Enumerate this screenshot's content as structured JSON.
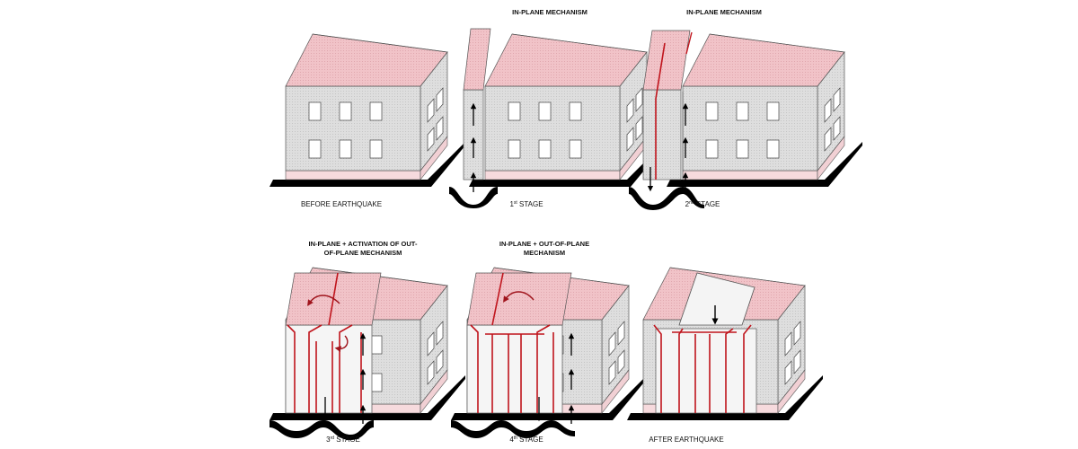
{
  "headings": {
    "p2": "IN-PLANE MECHANISM",
    "p3": "IN-PLANE MECHANISM",
    "p4_line1": "IN-PLANE + ACTIVATION OF OUT-",
    "p4_line2": "OF-PLANE MECHANISM",
    "p5_line1": "IN-PLANE + OUT-OF-PLANE",
    "p5_line2": "MECHANISM"
  },
  "captions": {
    "p1": "BEFORE EARTHQUAKE",
    "p2_num": "1",
    "p2_sup": "st",
    "p2_word": " STAGE",
    "p3_num": "2",
    "p3_sup": "nd",
    "p3_word": " STAGE",
    "p4_num": "3",
    "p4_sup": "rd",
    "p4_word": " STAGE",
    "p5_num": "4",
    "p5_sup": "th",
    "p5_word": " STAGE",
    "p6": "AFTER EARTHQUAKE"
  },
  "colors": {
    "roof": "#f2c6cc",
    "wall": "#dcdcdc",
    "side_wall": "#e6e6e6",
    "crack": "#c0141c",
    "ground": "#000000",
    "plinth": "#f6dadd"
  }
}
